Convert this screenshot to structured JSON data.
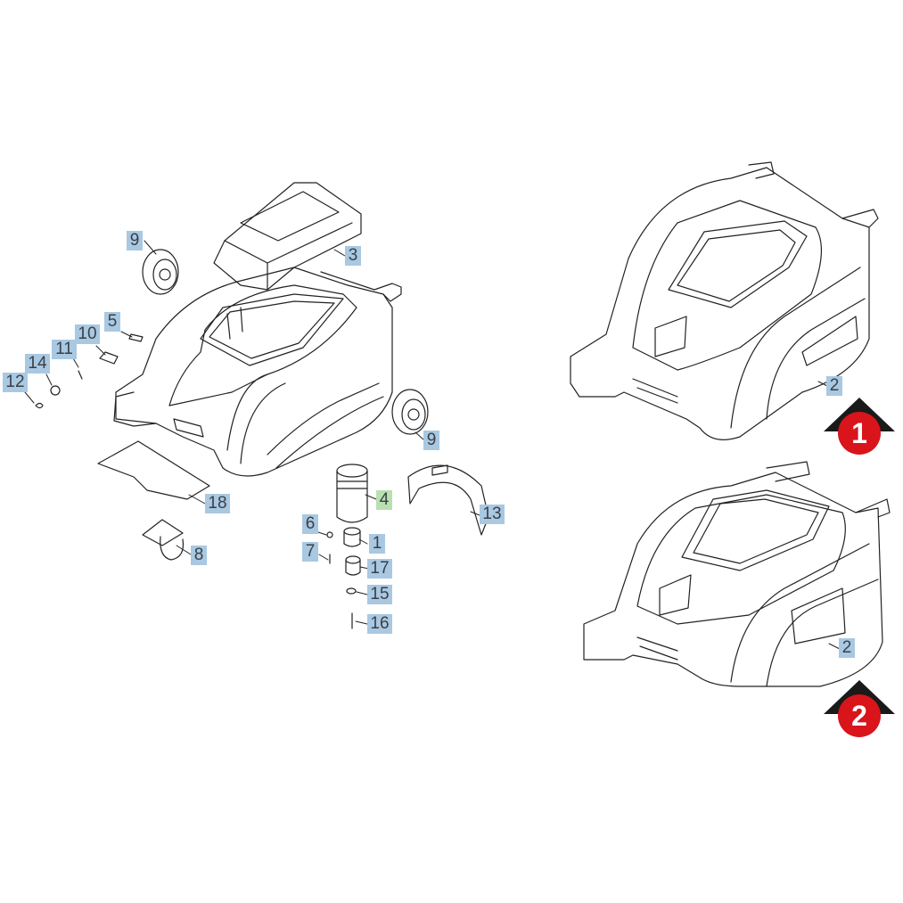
{
  "labels": [
    {
      "id": "9a",
      "text": "9"
    },
    {
      "id": "3",
      "text": "3"
    },
    {
      "id": "5",
      "text": "5"
    },
    {
      "id": "10",
      "text": "10"
    },
    {
      "id": "11",
      "text": "11"
    },
    {
      "id": "14",
      "text": "14"
    },
    {
      "id": "12",
      "text": "12"
    },
    {
      "id": "9b",
      "text": "9"
    },
    {
      "id": "18",
      "text": "18"
    },
    {
      "id": "8",
      "text": "8"
    },
    {
      "id": "4",
      "text": "4"
    },
    {
      "id": "6",
      "text": "6"
    },
    {
      "id": "1",
      "text": "1"
    },
    {
      "id": "7",
      "text": "7"
    },
    {
      "id": "17",
      "text": "17"
    },
    {
      "id": "15",
      "text": "15"
    },
    {
      "id": "16",
      "text": "16"
    },
    {
      "id": "13",
      "text": "13"
    },
    {
      "id": "2a",
      "text": "2"
    },
    {
      "id": "2b",
      "text": "2"
    }
  ],
  "markers": [
    {
      "text": "1"
    },
    {
      "text": "2"
    }
  ],
  "colors": {
    "label_bg": "#a9c8e2",
    "label_highlight_bg": "#b8e0b0",
    "marker_fill": "#d9141b",
    "marker_arrow": "#1a1a1a",
    "line": "#222222"
  }
}
